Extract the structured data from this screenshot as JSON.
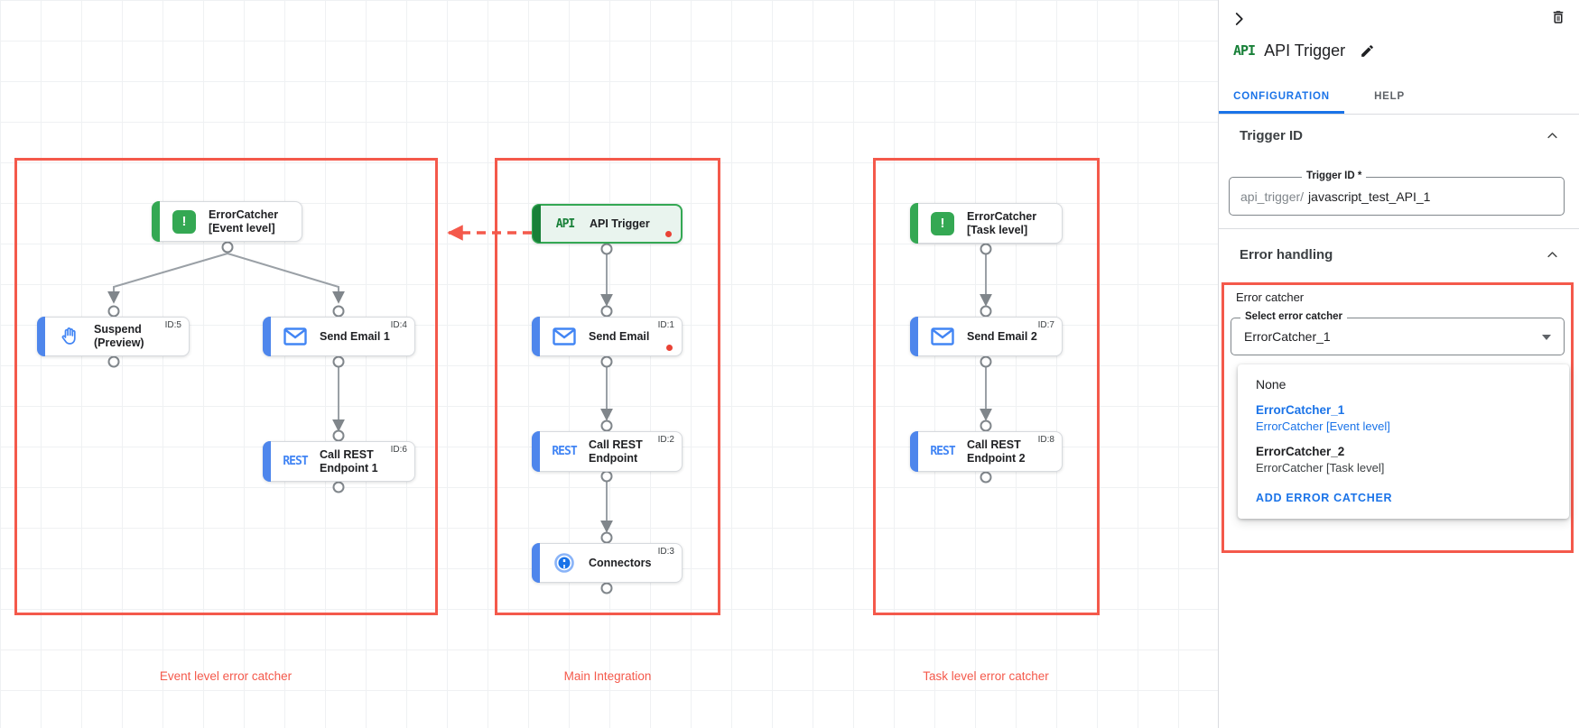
{
  "canvas": {
    "group_labels": [
      "Event level error catcher",
      "Main Integration",
      "Task level error catcher"
    ],
    "icon_text": {
      "api": "API",
      "rest": "REST",
      "error": "!"
    },
    "nodes": {
      "ec_event": {
        "label": "ErrorCatcher [Event level]"
      },
      "suspend": {
        "label": "Suspend (Preview)",
        "badge": "ID:5"
      },
      "send_email_1": {
        "label": "Send Email 1",
        "badge": "ID:4"
      },
      "call_rest_1": {
        "label": "Call REST Endpoint 1",
        "badge": "ID:6"
      },
      "api_trigger": {
        "label": "API Trigger"
      },
      "send_email": {
        "label": "Send Email",
        "badge": "ID:1"
      },
      "call_rest": {
        "label": "Call REST Endpoint",
        "badge": "ID:2"
      },
      "connectors": {
        "label": "Connectors",
        "badge": "ID:3"
      },
      "ec_task": {
        "label": "ErrorCatcher [Task level]"
      },
      "send_email_2": {
        "label": "Send Email 2",
        "badge": "ID:7"
      },
      "call_rest_2": {
        "label": "Call REST Endpoint 2",
        "badge": "ID:8"
      }
    }
  },
  "panel": {
    "title": "API Trigger",
    "logo_text": "API",
    "tabs": {
      "configuration": "CONFIGURATION",
      "help": "HELP"
    },
    "trigger_id": {
      "heading": "Trigger ID",
      "field_label": "Trigger ID *",
      "prefix": "api_trigger/",
      "value": "javascript_test_API_1"
    },
    "error_handling": {
      "heading": "Error handling",
      "group_label": "Error catcher",
      "select_label": "Select error catcher",
      "select_value": "ErrorCatcher_1",
      "options": [
        {
          "name": "None",
          "desc": ""
        },
        {
          "name": "ErrorCatcher_1",
          "desc": "ErrorCatcher [Event level]"
        },
        {
          "name": "ErrorCatcher_2",
          "desc": "ErrorCatcher [Task level]"
        }
      ],
      "add_button": "ADD ERROR CATCHER"
    }
  },
  "colors": {
    "annotation_red": "#F4594B",
    "node_blue": "#4E86EC",
    "node_green": "#34A853",
    "link_blue": "#1A73E8",
    "wire_gray": "#9AA0A6"
  }
}
